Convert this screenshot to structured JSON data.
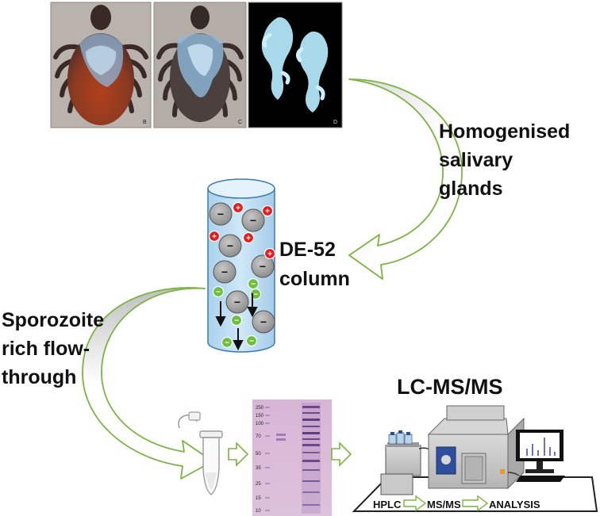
{
  "panels": {
    "letters": [
      "B",
      "C",
      "D"
    ]
  },
  "labels": {
    "homogenised": [
      "Homogenised",
      "salivary",
      "glands"
    ],
    "column": [
      "DE-52",
      "column"
    ],
    "flowthrough": [
      "Sporozoite",
      "rich flow-",
      "through"
    ],
    "lcms_title": "LC-MS/MS"
  },
  "gel": {
    "markers": [
      "250",
      "150",
      "100",
      "70",
      "50",
      "35",
      "25",
      "15",
      "10"
    ]
  },
  "ions": {
    "positive": "+",
    "negative": "−"
  },
  "pipeline": {
    "steps": [
      "HPLC",
      "MS/MS",
      "ANALYSIS"
    ]
  },
  "colors": {
    "arrow_stroke": "#7cb342",
    "arrow_fill_light": "#ffffff",
    "arrow_fill_dark": "#c4c4c4",
    "column_fill": "#b9dcf0",
    "column_stroke": "#3c7ab5",
    "bead_fill": "#9d9d9d",
    "positive_ion": "#e02020",
    "negative_ion": "#6fbf3f"
  }
}
